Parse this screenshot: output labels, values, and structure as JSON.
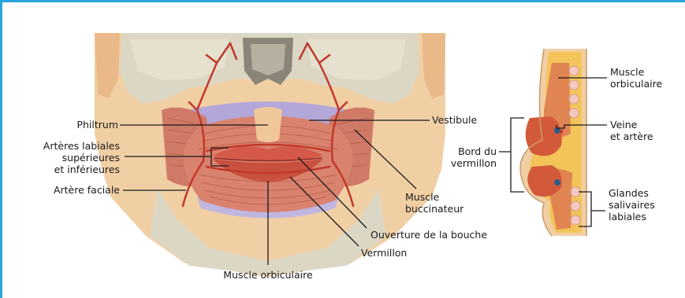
{
  "labels": {
    "philtrum": "Philtrum",
    "arteres_labiales": "Artères labiales",
    "superieures": "supérieures",
    "et_inferieures": "et inférieures",
    "artere_faciale": "Artère faciale",
    "muscle_orbiculaire_bottom": "Muscle orbiculaire",
    "vestibule": "Vestibule",
    "muscle_buccinateur_1": "Muscle",
    "muscle_buccinateur_2": "buccinateur",
    "ouverture_bouche": "Ouverture de la bouche",
    "vermillon": "Vermillon",
    "bord_du": "Bord du",
    "vermillon_right": "vermillon",
    "muscle_orbiculaire_r1": "Muscle",
    "muscle_orbiculaire_r2": "orbiculaire",
    "veine": "Veine",
    "et_artere": "et artère",
    "glandes": "Glandes",
    "salivaires": "salivaires",
    "labiales": "labiales"
  },
  "colors": {
    "frame": "#2aa5d8",
    "skin": "#f1cfa4",
    "bone": "#dcd7c4",
    "muscle": "#d9826e",
    "lip": "#d4594a",
    "artery": "#c0392b",
    "vestibule": "#b3a7d9",
    "fat": "#f3c45a",
    "gland": "#f4c9c1",
    "vein": "#2d5f8a"
  }
}
